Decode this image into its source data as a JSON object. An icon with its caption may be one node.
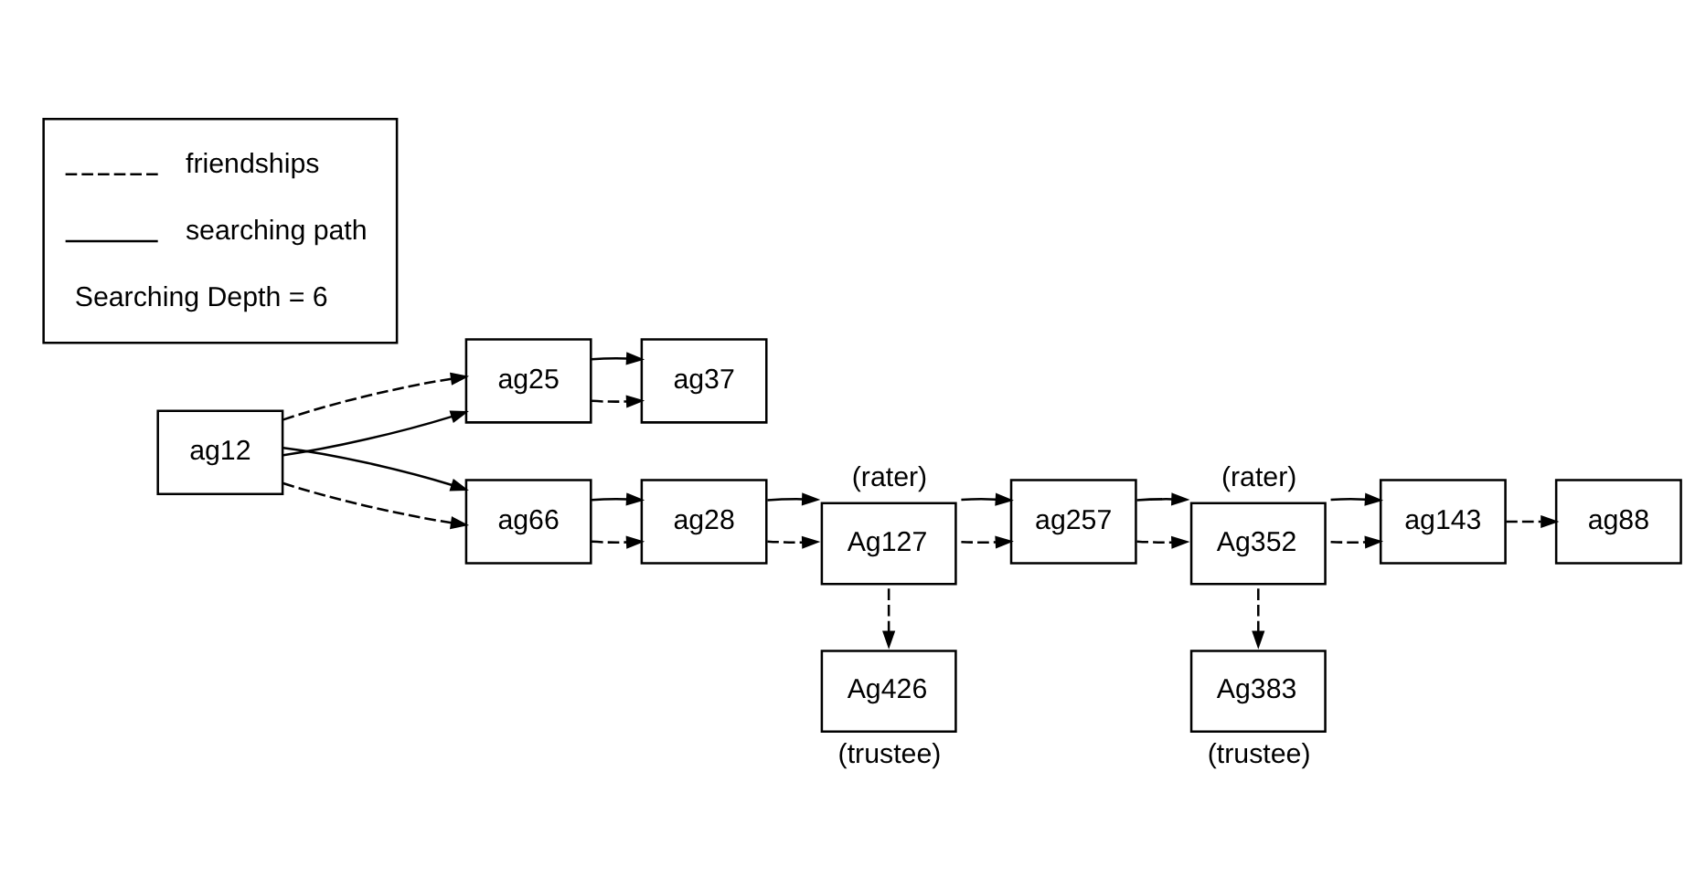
{
  "diagram": {
    "nodes": [
      {
        "text": [
          "ag12"
        ]
      },
      {
        "text": [
          "ag25"
        ]
      },
      {
        "text": [
          "ag37"
        ]
      },
      {
        "text": [
          "ag66"
        ]
      },
      {
        "text": [
          "ag28"
        ]
      },
      {
        "text": [
          "Ag127"
        ],
        "beside": [
          "(rater)"
        ]
      },
      {
        "text": [
          "ag257"
        ]
      },
      {
        "text": [
          "Ag352"
        ],
        "beside": [
          "(rater)"
        ]
      },
      {
        "text": [
          "ag143"
        ]
      },
      {
        "text": [
          "ag88"
        ]
      },
      {
        "text": [
          "Ag426"
        ],
        "beside": [
          "(trustee)"
        ]
      },
      {
        "text": [
          "Ag383"
        ],
        "beside": [
          "(trustee)"
        ]
      }
    ],
    "edges": [
      {
        "from": 0,
        "to": 1,
        "arrow": "to"
      },
      {
        "from": 0,
        "to": 1,
        "arrow": "to",
        "style": "dashed"
      },
      {
        "from": 0,
        "to": 3,
        "arrow": "to",
        "style": "dashed"
      },
      {
        "from": 0,
        "to": 3,
        "arrow": "to"
      },
      {
        "from": 1,
        "to": 2,
        "arrow": "to",
        "style": "dashed"
      },
      {
        "from": 1,
        "to": 2,
        "arrow": "to"
      },
      {
        "from": 3,
        "to": 4,
        "arrow": "to",
        "style": "dashed"
      },
      {
        "from": 3,
        "to": 4,
        "arrow": "to"
      },
      {
        "from": 4,
        "to": 5,
        "arrow": "to",
        "style": "dashed"
      },
      {
        "from": 4,
        "to": 5,
        "arrow": "to"
      },
      {
        "from": 5,
        "to": 6,
        "arrow": "to",
        "style": "dashed"
      },
      {
        "from": 5,
        "to": 6,
        "arrow": "to"
      },
      {
        "from": 6,
        "to": 7,
        "arrow": "to",
        "style": "dashed"
      },
      {
        "from": 6,
        "to": 7,
        "arrow": "to"
      },
      {
        "from": 7,
        "to": 8,
        "arrow": "to",
        "style": "dashed"
      },
      {
        "from": 7,
        "to": 8,
        "arrow": "to"
      },
      {
        "from": 8,
        "to": 9,
        "arrow": "to",
        "style": "dashed"
      },
      {
        "from": 5,
        "to": 10,
        "arrow": "to",
        "style": "dashed"
      },
      {
        "from": 7,
        "to": 11,
        "arrow": "to",
        "style": "dashed"
      }
    ],
    "labels": [
      "Searching Depth = 6"
    ],
    "legend": [
      {
        "text": "friendships"
      },
      {
        "text": "searching path"
      }
    ]
  }
}
